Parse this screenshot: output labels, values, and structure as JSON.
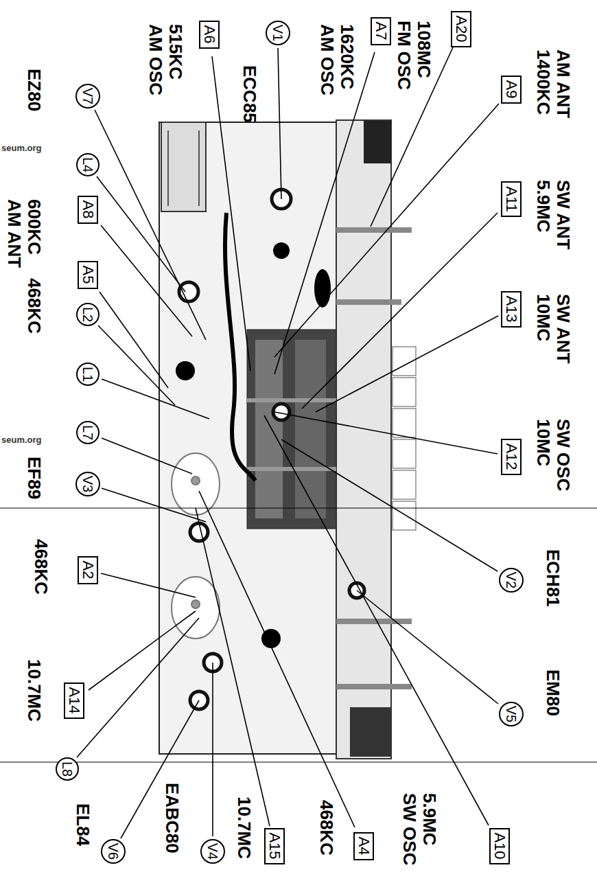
{
  "diagram": {
    "nodes": [
      {
        "text": [
          "A9",
          "AM ANT 1400KC"
        ]
      },
      {
        "text": [
          "A11",
          "SW ANT 5.9MC"
        ]
      },
      {
        "text": [
          "A13",
          "SW ANT 10MC"
        ]
      },
      {
        "text": [
          "A12",
          "SW OSC 10MC"
        ]
      },
      {
        "text": [
          "V2",
          "ECH81"
        ]
      },
      {
        "text": [
          "V5",
          "EM80"
        ]
      },
      {
        "text": [
          "A10",
          "5.9MC SW OSC"
        ]
      },
      {
        "text": [
          "A20",
          "108MC FM OSC"
        ]
      },
      {
        "text": [
          "A7",
          "1620KC AM OSC"
        ]
      },
      {
        "text": [
          "V1",
          "ECC85"
        ]
      },
      {
        "text": [
          "A6",
          "515KC AM OSC"
        ]
      },
      {
        "text": [
          "V7",
          "EZ80"
        ]
      },
      {
        "text": [
          "L4"
        ]
      },
      {
        "text": [
          "A8",
          "600KC AM ANT"
        ]
      },
      {
        "text": [
          "A5",
          "468KC"
        ]
      },
      {
        "text": [
          "L2"
        ]
      },
      {
        "text": [
          "L1"
        ]
      },
      {
        "text": [
          "L7"
        ]
      },
      {
        "text": [
          "V3",
          "EF89"
        ]
      },
      {
        "text": [
          "A2",
          "468KC"
        ]
      },
      {
        "text": [
          "A14",
          "10.7MC"
        ]
      },
      {
        "text": [
          "L8"
        ]
      },
      {
        "text": [
          "V6",
          "EL84"
        ]
      },
      {
        "text": [
          "V4",
          "EABC80"
        ]
      },
      {
        "text": [
          "A15",
          "10.7MC"
        ]
      },
      {
        "text": [
          "A4",
          "468KC"
        ]
      }
    ],
    "labels": [
      "seum.org",
      "seum.org"
    ]
  }
}
